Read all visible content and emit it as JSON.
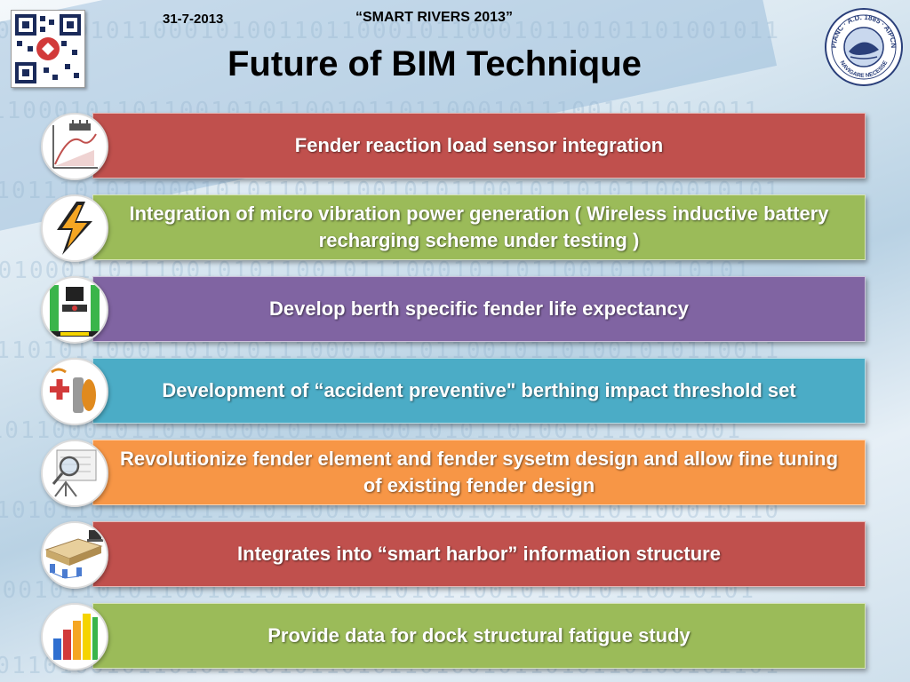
{
  "header": {
    "date": "31-7-2013",
    "conference": "“SMART RIVERS 2013”",
    "title": "Future of BIM Technique"
  },
  "logo": {
    "top_text": "PIANC · A.D. 1885 · AIPCN",
    "bottom_text": "NAVIGARE NECESSE"
  },
  "items": [
    {
      "text": "Fender reaction load sensor integration",
      "color": "#c0504d",
      "icon": "load-graph-icon"
    },
    {
      "text": "Integration of micro vibration power generation  ( Wireless inductive battery recharging scheme under testing )",
      "color": "#9bbb59",
      "icon": "lightning-icon"
    },
    {
      "text": "Develop berth specific fender life expectancy",
      "color": "#8064a2",
      "icon": "fender-test-icon"
    },
    {
      "text": "Development of “accident preventive\" berthing impact threshold set",
      "color": "#4bacc6",
      "icon": "first-aid-icon"
    },
    {
      "text": "Revolutionize fender element and fender sysetm design and allow fine tuning of existing fender design",
      "color": "#f79646",
      "icon": "design-magnifier-icon"
    },
    {
      "text": "Integrates into “smart harbor” information structure",
      "color": "#c0504d",
      "icon": "network-structure-icon"
    },
    {
      "text": "Provide data for dock structural fatigue study",
      "color": "#9bbb59",
      "icon": "bar-chart-icon"
    }
  ]
}
